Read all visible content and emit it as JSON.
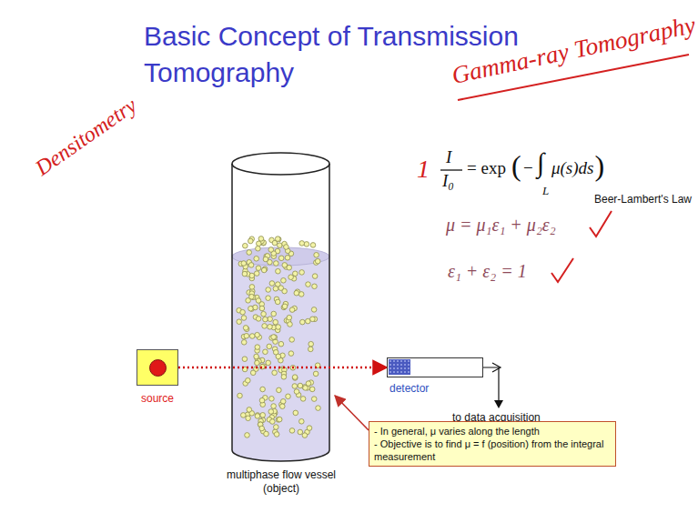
{
  "diagram": {
    "title": "Basic Concept of Transmission Tomography",
    "nodes": [
      {
        "text": [
          "source"
        ]
      },
      {
        "text": [
          "multiphase flow vessel (object)"
        ]
      },
      {
        "text": [
          "detector"
        ]
      },
      {
        "text": [
          "- In general, μ varies along the length",
          "- Objective is to find μ = f (position) from the integral measurement"
        ]
      }
    ],
    "edges": [
      {
        "from": 0,
        "to": 2,
        "arrow": "to"
      },
      {
        "from": 3,
        "to": 1,
        "arrow": "to"
      }
    ],
    "labels": [
      "Gamma-ray Tomography",
      "Densitometry",
      "1",
      "I",
      "I₀",
      "= exp",
      "(",
      "−",
      "∫",
      "L",
      "μ(s)ds",
      ")",
      "Beer-Lambert's Law",
      "μ = μ₁ε₁ + μ₂ε₂",
      "ε₁ + ε₂ = 1",
      "to data acquisition"
    ]
  }
}
